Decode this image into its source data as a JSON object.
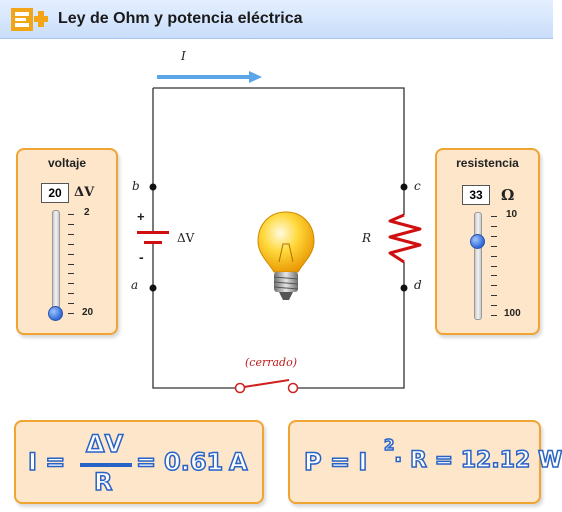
{
  "app": {
    "title": "Ley de Ohm y potencia eléctrica",
    "logo_icon": "plus-logo-icon"
  },
  "voltage_panel": {
    "title": "voltaje",
    "value": "20",
    "unit": "ΔV",
    "min_label": "2",
    "max_label": "20",
    "level_fraction": 1.0
  },
  "resistance_panel": {
    "title": "resistencia",
    "value": "33",
    "unit": "Ω",
    "min_label": "10",
    "max_label": "100",
    "level_fraction": 0.25
  },
  "circuit": {
    "current_label": "I",
    "node_b": "b",
    "node_a": "a",
    "node_c": "c",
    "node_d": "d",
    "battery_plus": "+",
    "battery_minus": "-",
    "battery_label": "ΔV",
    "resistor_label": "R",
    "switch_state": "(cerrado)",
    "colors": {
      "wire": "#333333",
      "resistor": "#d01010",
      "switch": "#d02020",
      "arrow": "#5aa6e8"
    }
  },
  "formula_current": {
    "lhs": "I =",
    "numerator": "ΔV",
    "denominator": "R",
    "equals": "=",
    "value": "0.61",
    "unit": "A"
  },
  "formula_power": {
    "text_p": "P = I",
    "exponent": "2",
    "text_rest": "· R = 12.12 W"
  }
}
